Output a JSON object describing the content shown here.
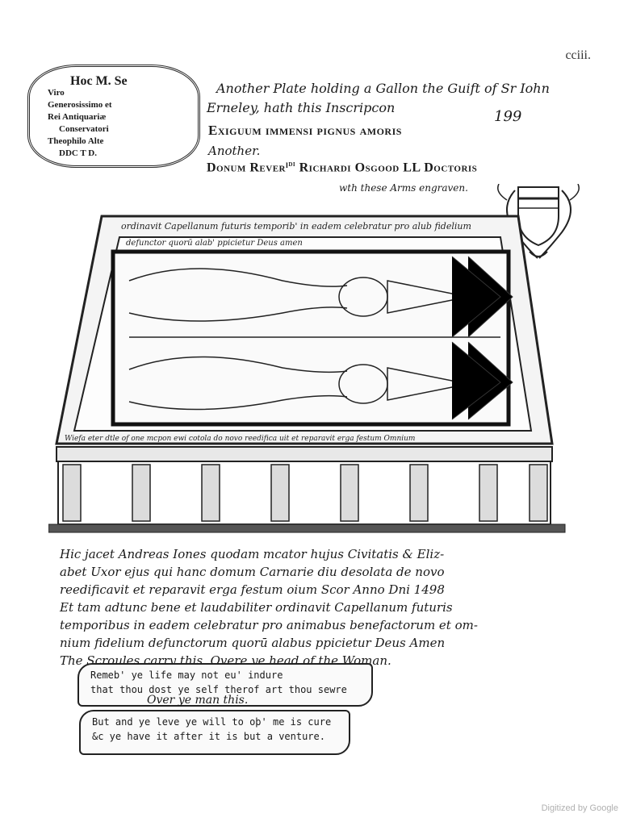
{
  "page_number": "cciii.",
  "cartouche": {
    "line1": "Hoc M. Se",
    "line2": "Viro",
    "line3": "Generosissimo et",
    "line4": "Rei Antiquariæ",
    "line5": "Conservatori",
    "line6": "Theophilo Alte",
    "line7": "DDC T D."
  },
  "header": {
    "line1": "Another Plate holding a Gallon the Guift of Sr Iohn",
    "line2": "Erneley, hath this Inscripcon",
    "number": "199",
    "latin1": "Exiguum immensi pignus amoris",
    "line3": "Another.",
    "latin2_pre": "Donum Reverˡ",
    "latin2_sup": "di",
    "latin2_post": " Richardi Osgood LL Doctoris",
    "line4": "wth these Arms engraven."
  },
  "tomb": {
    "border_top": "ordinavit Capellanum futuris temporib' in eadem celebratur pro alub fidelium",
    "border_top2": "defunctor quorū alab' ppicietur Deus amen",
    "border_bottom": "Wiefa eter dtle of one mcpon ewi cotola do novo reedifica uit et reparavit erga festum Omnium"
  },
  "transcription": [
    "Hic jacet Andreas Iones quodam mcator hujus Civitatis & Eliz-",
    "abet Uxor ejus qui hanc domum Carnarie diu desolata de novo",
    "reedificavit et reparavit erga festum oium Scor Anno Dni 1498",
    "Et tam adtunc bene et laudabiliter ordinavit Capellanum futuris",
    "temporibus in eadem celebratur pro animabus benefactorum et om-",
    "nium fidelium defunctorum quorū alabus ppicietur Deus Amen",
    "The Scroules carry this. Overe ye head of the Woman."
  ],
  "scroll1": [
    "Remeb' ye life may not eu' indure",
    "that thou dost ye self therof art thou sewre"
  ],
  "label_man": "Over ye man this.",
  "scroll2": [
    "But and ye leve ye will to oþ' me is cure",
    "&c ye have it after it is but a venture."
  ],
  "footer": "Digitized by Google"
}
